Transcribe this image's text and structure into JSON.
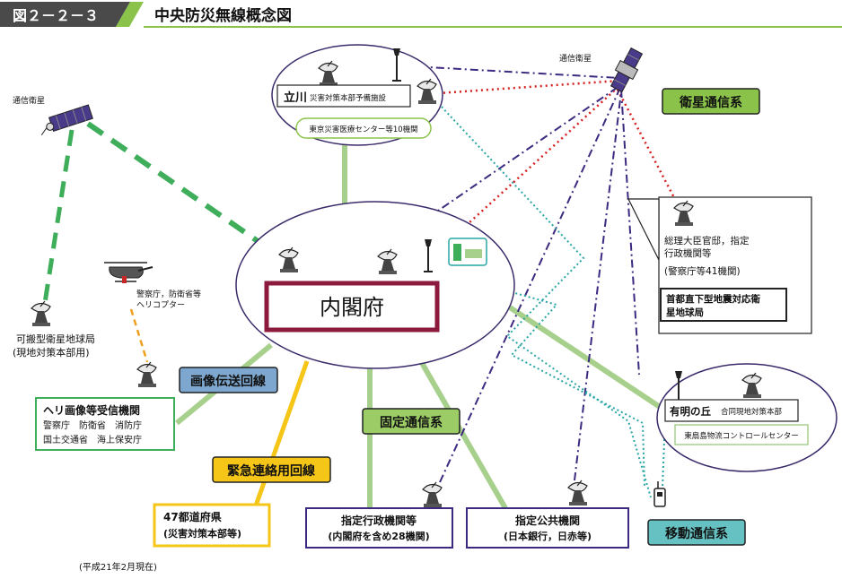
{
  "header": {
    "figure_number": "図２－２－３",
    "title": "中央防災無線概念図"
  },
  "nodes": {
    "cabinet_office": "内閣府",
    "tachikawa_name": "立川",
    "tachikawa_sub": "災害対策本部予備施設",
    "tokyo_medical": "東京災害医療センター等10機関",
    "ariake_name": "有明の丘",
    "ariake_sub": "合同現地対策本部",
    "tokyo_logistics": "東扇島物流コントロールセンター",
    "satellite_left": "通信衛星",
    "satellite_right": "通信衛星",
    "portable_station_line1": "可搬型衛星地球局",
    "portable_station_line2": "(現地対策本部用)",
    "helicopter_line1": "警察庁，防衛省等",
    "helicopter_line2": "ヘリコプター",
    "heli_receiver_title": "ヘリ画像等受信機関",
    "heli_receiver_line1": "警察庁　防衛省　消防庁",
    "heli_receiver_line2": "国土交通省　海上保安庁",
    "prefectures_line1": "47都道府県",
    "prefectures_line2": "(災害対策本部等)",
    "designated_admin_line1": "指定行政機関等",
    "designated_admin_line2": "(内閣府を含め28機関)",
    "designated_public_line1": "指定公共機関",
    "designated_public_line2": "(日本銀行，日赤等)",
    "pm_office_line1": "総理大臣官邸，指定",
    "pm_office_line2": "行政機関等",
    "pm_office_line3": "(警察庁等41機関)",
    "metro_quake_line1": "首都直下型地震対応衛",
    "metro_quake_line2": "星地球局"
  },
  "systems": {
    "satellite": "衛星通信系",
    "image": "画像伝送回線",
    "emergency": "緊急連絡用回線",
    "fixed": "固定通信系",
    "mobile": "移動通信系"
  },
  "footer": {
    "date_note": "(平成21年2月現在)"
  },
  "colors": {
    "header_dark": "#4a4a4a",
    "header_accent": "#8bc34a",
    "cabinet_border": "#8b1a3c",
    "satellite_system": "#8bc34a",
    "image_system": "#7ea7cf",
    "emergency_system": "#f5c518",
    "fixed_system": "#9ccc65",
    "mobile_system": "#66c2c2",
    "ellipse_border": "#3a2a6a",
    "fixed_line": "#a8d08d",
    "satellite_dashes": "#3fae5a",
    "red_dotted": "#d62020",
    "purple_dashdot": "#3d2a80",
    "teal_dotted": "#2aa6a6",
    "orange_dashed": "#f0a020"
  },
  "icons": {
    "parabolic_antenna": "parabolic-antenna-icon",
    "satellite": "satellite-icon",
    "helicopter": "helicopter-icon",
    "radio_tower": "radio-tower-icon",
    "handheld_radio": "handheld-radio-icon",
    "ground_station": "ground-station-icon",
    "radio_device": "radio-device-icon"
  }
}
